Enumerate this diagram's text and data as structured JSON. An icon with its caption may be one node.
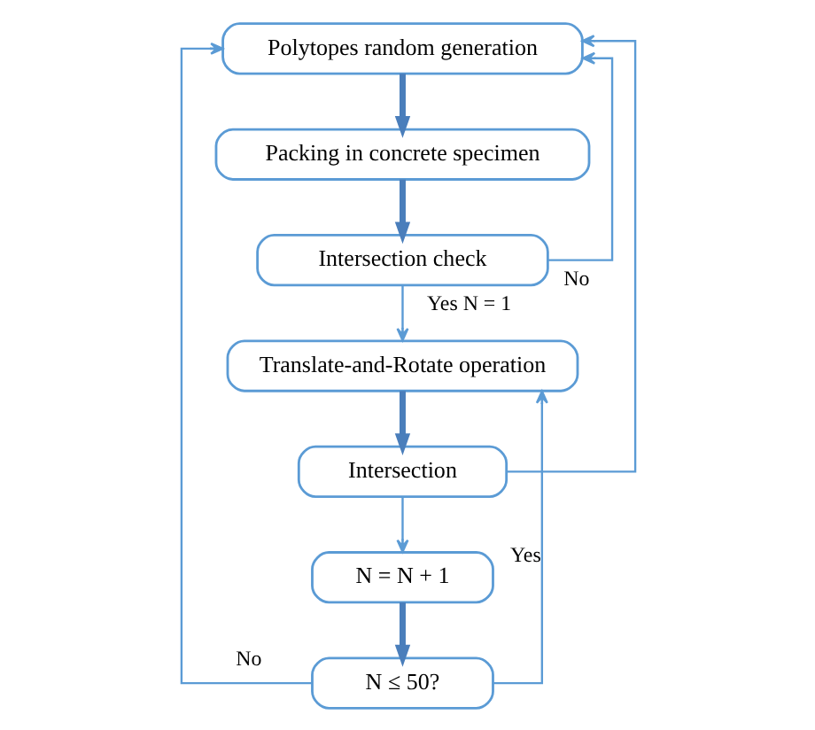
{
  "diagram": {
    "nodes": [
      {
        "text": [
          "Polytopes random generation"
        ]
      },
      {
        "text": [
          "Packing in concrete specimen"
        ]
      },
      {
        "text": [
          "Intersection check"
        ]
      },
      {
        "text": [
          "Translate-and-Rotate operation"
        ]
      },
      {
        "text": [
          "Intersection"
        ]
      },
      {
        "text": [
          "N = N + 1"
        ]
      },
      {
        "text": [
          "N ≤ 50?"
        ]
      }
    ],
    "edges": [
      {
        "from": 0,
        "to": 1,
        "arrow": "to",
        "style": "thick",
        "color": "#4a7ebb"
      },
      {
        "from": 1,
        "to": 2,
        "arrow": "to",
        "style": "thick",
        "color": "#4a7ebb"
      },
      {
        "from": 2,
        "to": 0,
        "arrow": "to",
        "label": "No"
      },
      {
        "from": 2,
        "to": 3,
        "arrow": "to",
        "label": "Yes N = 1"
      },
      {
        "from": 3,
        "to": 4,
        "arrow": "to",
        "style": "thick",
        "color": "#4a7ebb"
      },
      {
        "from": 4,
        "to": 0,
        "arrow": "to"
      },
      {
        "from": 4,
        "to": 5,
        "arrow": "to"
      },
      {
        "from": 5,
        "to": 6,
        "arrow": "to",
        "style": "thick",
        "color": "#4a7ebb"
      },
      {
        "from": 6,
        "to": 0,
        "arrow": "to",
        "label": "No"
      },
      {
        "from": 6,
        "to": 3,
        "arrow": "to",
        "label": "Yes"
      }
    ]
  }
}
